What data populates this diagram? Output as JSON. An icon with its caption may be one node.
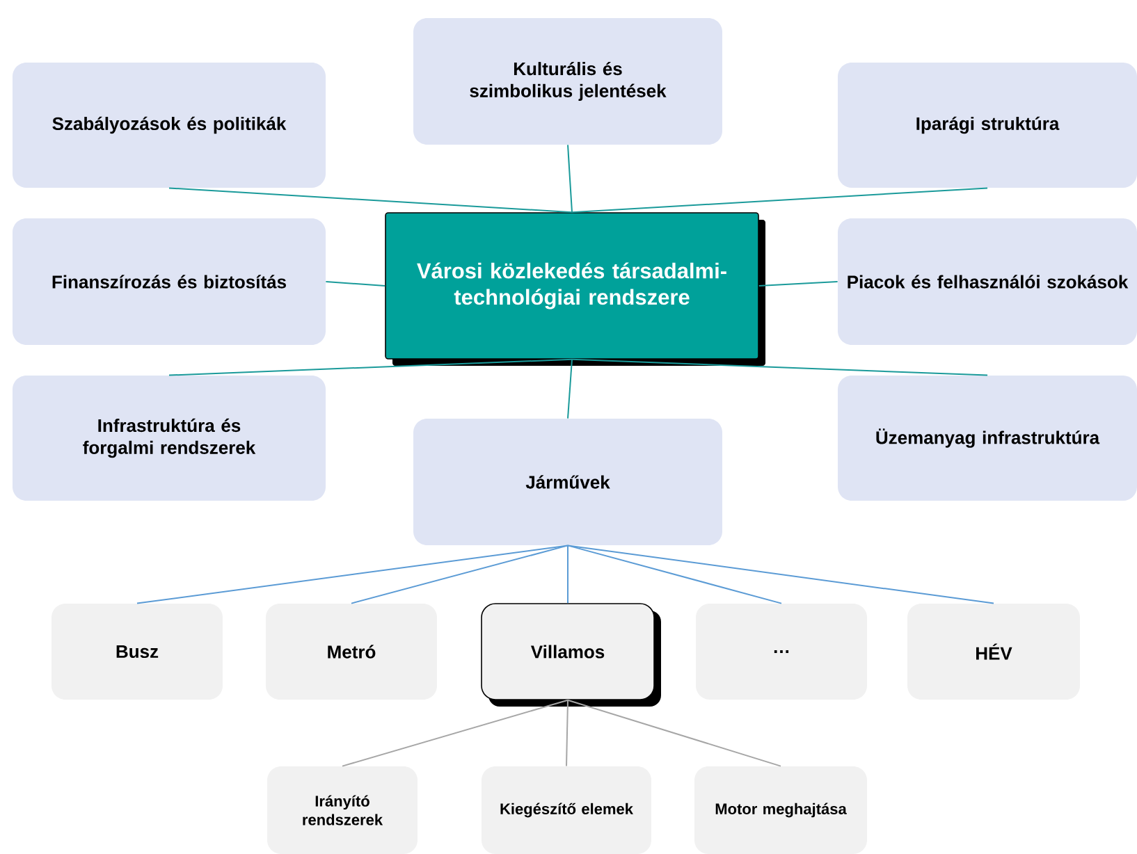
{
  "diagram": {
    "nodes": [
      {
        "text": [
          "Városi közlekedés társadalmi-technológiai rendszere"
        ]
      },
      {
        "text": [
          "Kulturális és szimbolikus jelentések"
        ]
      },
      {
        "text": [
          "Szabályozások és politikák"
        ]
      },
      {
        "text": [
          "Finanszírozás és biztosítás"
        ]
      },
      {
        "text": [
          "Infrastruktúra és forgalmi rendszerek"
        ]
      },
      {
        "text": [
          "Iparági struktúra"
        ]
      },
      {
        "text": [
          "Piacok és felhasználói szokások"
        ]
      },
      {
        "text": [
          "Üzemanyag infrastruktúra"
        ]
      },
      {
        "text": [
          "Járművek"
        ]
      },
      {
        "text": [
          "Busz"
        ]
      },
      {
        "text": [
          "Metró"
        ]
      },
      {
        "text": [
          "Villamos"
        ]
      },
      {
        "text": [
          "…"
        ]
      },
      {
        "text": [
          "HÉV"
        ]
      },
      {
        "text": [
          "Irányító rendszerek"
        ]
      },
      {
        "text": [
          "Kiegészítő elemek"
        ]
      },
      {
        "text": [
          "Motor meghajtása"
        ]
      }
    ],
    "edges": [
      {
        "from": 0,
        "to": 1,
        "arrow": "none"
      },
      {
        "from": 0,
        "to": 2,
        "arrow": "none"
      },
      {
        "from": 0,
        "to": 3,
        "arrow": "none"
      },
      {
        "from": 0,
        "to": 4,
        "arrow": "none"
      },
      {
        "from": 0,
        "to": 5,
        "arrow": "none"
      },
      {
        "from": 0,
        "to": 6,
        "arrow": "none"
      },
      {
        "from": 0,
        "to": 7,
        "arrow": "none"
      },
      {
        "from": 0,
        "to": 8,
        "arrow": "none"
      },
      {
        "from": 8,
        "to": 9,
        "arrow": "none",
        "color": "#5b9bd5"
      },
      {
        "from": 8,
        "to": 10,
        "arrow": "none",
        "color": "#5b9bd5"
      },
      {
        "from": 8,
        "to": 11,
        "arrow": "none",
        "color": "#5b9bd5"
      },
      {
        "from": 8,
        "to": 12,
        "arrow": "none",
        "color": "#5b9bd5"
      },
      {
        "from": 8,
        "to": 13,
        "arrow": "none",
        "color": "#5b9bd5"
      },
      {
        "from": 11,
        "to": 14,
        "arrow": "none",
        "color": "#a6a6a6"
      },
      {
        "from": 11,
        "to": 15,
        "arrow": "none",
        "color": "#a6a6a6"
      },
      {
        "from": 11,
        "to": 16,
        "arrow": "none",
        "color": "#a6a6a6"
      }
    ]
  }
}
